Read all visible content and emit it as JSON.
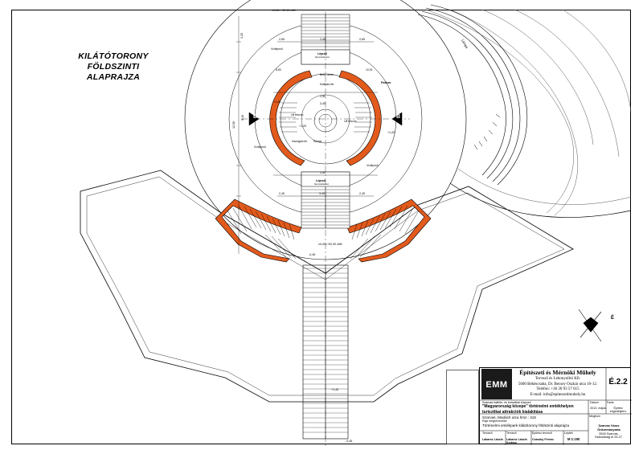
{
  "drawing": {
    "title_line1": "KILÁTÓTORONY FÖLDSZINTI",
    "title_line2": "ALAPRAJZA"
  },
  "colors": {
    "wall_fill": "#e25a1c",
    "line": "#000000",
    "light_line": "#777777"
  },
  "levels": {
    "top": "±0,00=+92,90 mBf",
    "bottom": "±0,00=+92,90 mBf",
    "minus": "-0,45",
    "plus_left": "+1,20",
    "plus_right": "+1,20",
    "plus_center": "+1,20",
    "plus_pier": "+1,45",
    "minus_end": "-0,45"
  },
  "dimensions": {
    "d1": "2,65",
    "d2": "2,45",
    "d3": "2,65",
    "d4": "9,40",
    "d5": "2,55",
    "d6": "3,45",
    "d7": "2,45",
    "d8": "2,45",
    "d9": "3,25",
    "d10": "12,50",
    "d11": "8,83",
    "d12": "10,91",
    "d13": "2,55",
    "d14": "3,45"
  },
  "rooms": {
    "top_stair": "Lépcső",
    "top_stair_sub": "fémszerkezet",
    "vizi_left": "Vízlépcső",
    "inner_space": "Kiállítási tér",
    "podium": "Pódium",
    "elevator_left": "Lift\nfelvonó",
    "elevator_right": "Lift\nfelvonó",
    "bottom_stair": "Lépcső",
    "bottom_stair_sub": "fémszerkezet",
    "vizi_bottom_left": "Vízlépcső",
    "vizi_bottom_right": "Vízlépcső",
    "center_label": "Belső\nudvar",
    "kitchen": "Kiszolgáló tér",
    "ramp": "Rámpa"
  },
  "section": {
    "left": "B",
    "right": "B"
  },
  "misc": {
    "lamp_label": "Lámpa"
  },
  "compass": {
    "label": "É"
  },
  "title_block": {
    "firm_name": "Építészeti és Mérnöki Műhely",
    "firm_line1": "Tervező és Lebonyolító Kft.",
    "firm_line2": "5600 Békéscsaba, Dr. Becsey Oszkár utca 10-12.",
    "firm_line3": "Telefon: +36 30 93 57 615",
    "firm_line4": "E-mail: info@epiteszetimuhely.hu",
    "logo": "EMM",
    "sheet_number": "É.2.2",
    "project_label": "Szarvasi kiállító- és turisztikai központ",
    "project_line1": "\"Magyarország közepe\" történelmi emlékhelyen",
    "project_line2": "turisztikai attrakciók kialakítása",
    "project_line3": "Szarvas, Madách utca hrsz.: 415",
    "drawing_label": "Rajz megnevezése",
    "drawing_name": "Történelmi emlékpark kilátótorony földszinti alaprajza",
    "date_label": "Dátum",
    "date_value": "2013. május",
    "phase_label": "Fázis",
    "phase_value": "Építési engedélyterv",
    "designer_label": "Tervező",
    "designer_value": "Lábarsz László",
    "drawn_label": "Tervező",
    "drawn_value": "Lábarsz László Kertész",
    "checked_label": "Építész tervező",
    "checked_value": "Csaszky Ferenc",
    "scale_label": "Lépték",
    "scale_value": "M 1:150",
    "client_label": "Megbízó",
    "client_line1": "Szarvas Város Önkormányzata",
    "client_line2": "5540 Szarvas,",
    "client_line3": "Szabadság út 25-27."
  }
}
